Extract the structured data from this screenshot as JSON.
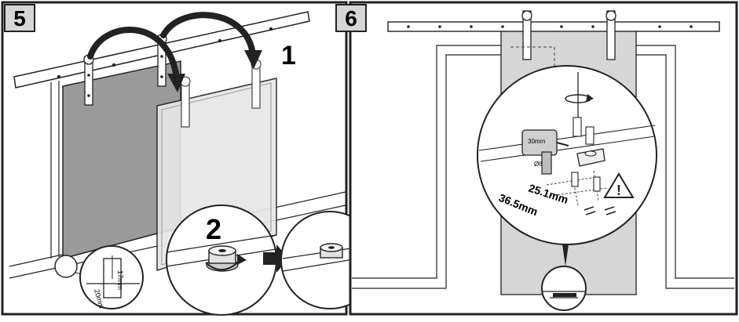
{
  "panels": [
    {
      "step": "5",
      "callouts": [
        "1",
        "2"
      ],
      "dimensions": [
        "17mm",
        "20mm"
      ]
    },
    {
      "step": "6",
      "tools": [
        "30mm",
        "Ø8"
      ],
      "dimensions": [
        "25.1mm",
        "36.5mm"
      ]
    }
  ],
  "colors": {
    "line": "#222222",
    "door_dark": "#9a9a9a",
    "door_light": "#e7e7e7",
    "door_gray": "#d6d6d6",
    "rail": "#ffffff"
  }
}
